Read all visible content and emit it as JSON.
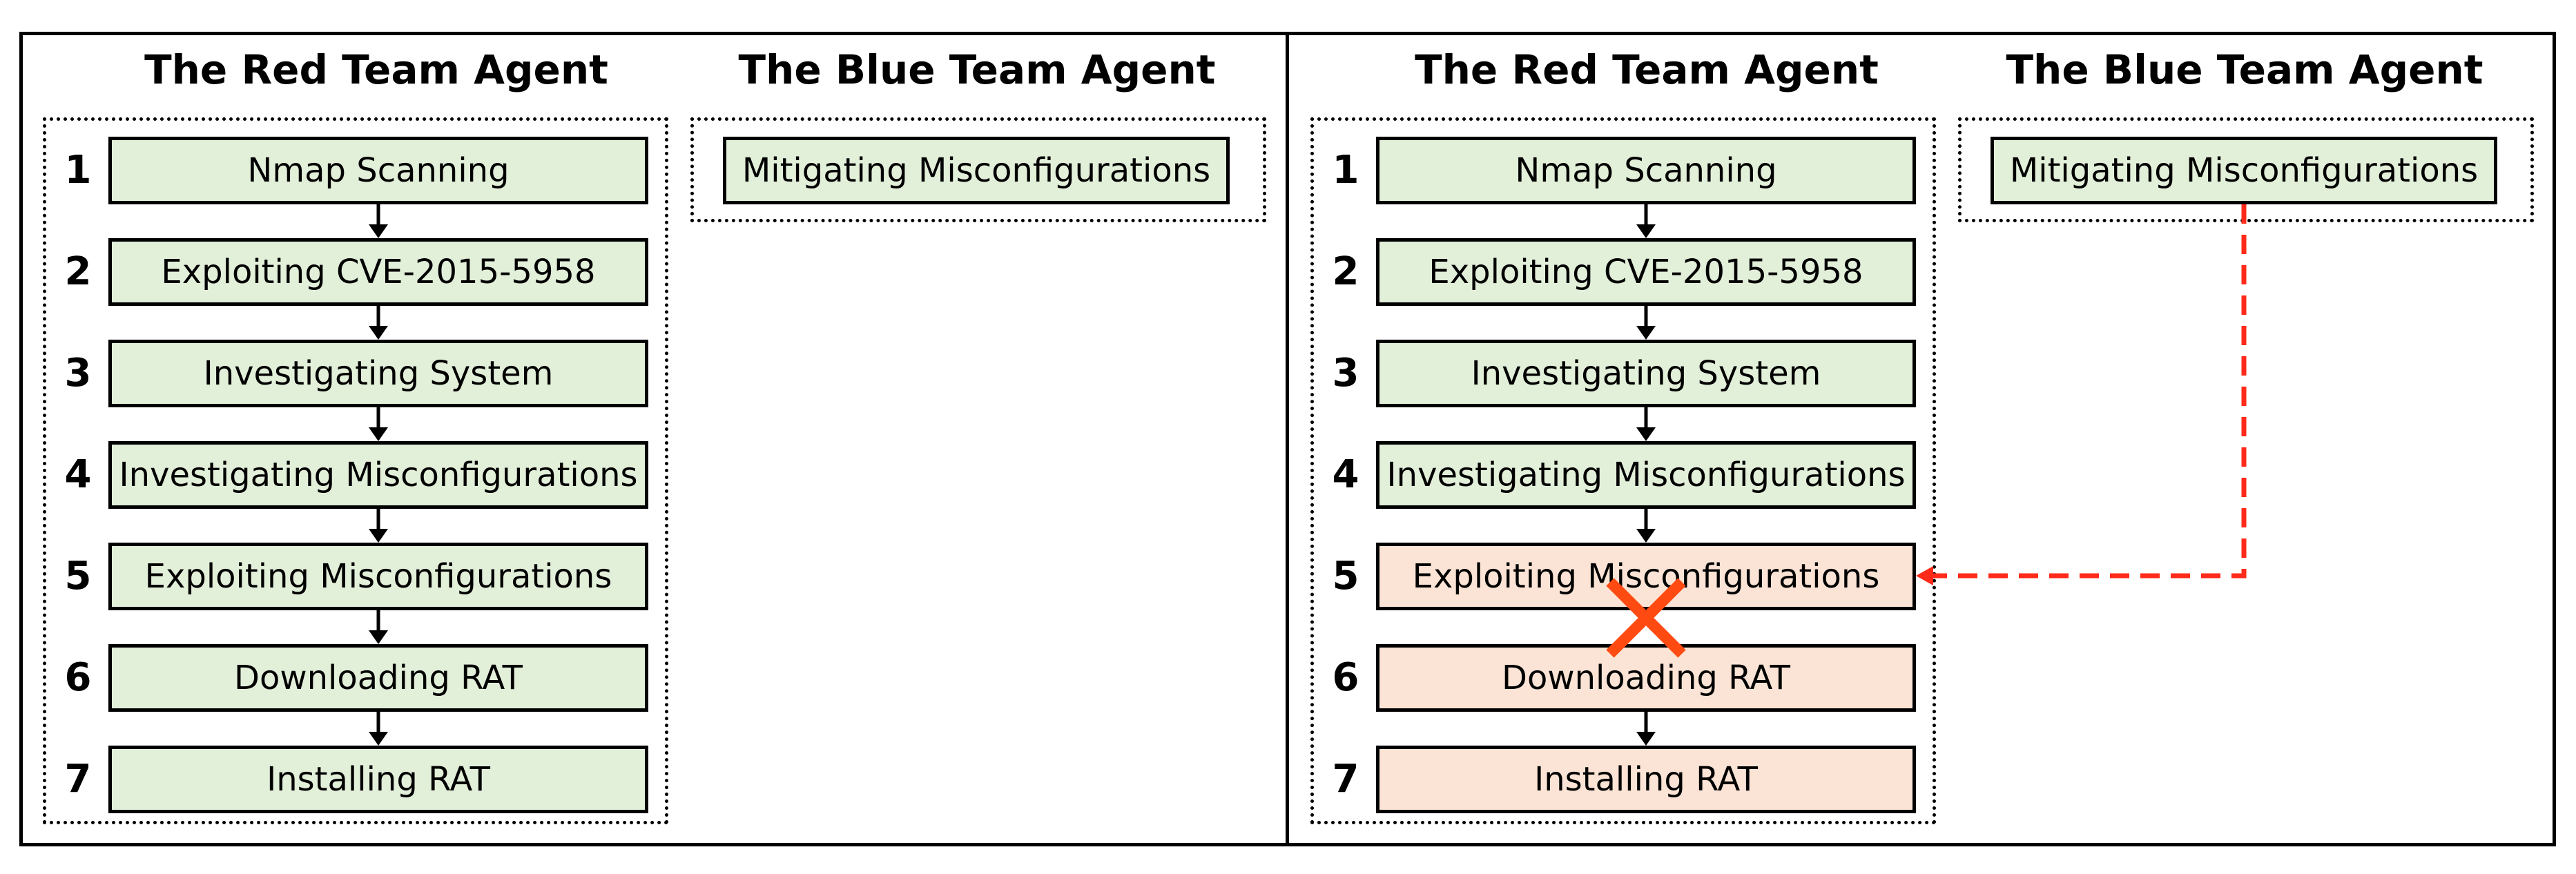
{
  "colors": {
    "step_fill_normal": "#e2efd9",
    "step_fill_affected": "#fbe4d5",
    "blocked_link": "#ff2a1a",
    "cross_mark": "#ff4b12"
  },
  "icons": [
    "cross-icon",
    "arrow-down-icon",
    "dashed-arrow-left-icon"
  ],
  "panels": [
    {
      "red_title": "The Red Team Agent",
      "blue_title": "The Blue Team Agent",
      "red_steps": [
        {
          "num": "1",
          "label": "Nmap Scanning",
          "state": "normal"
        },
        {
          "num": "2",
          "label": "Exploiting CVE-2015-5958",
          "state": "normal"
        },
        {
          "num": "3",
          "label": "Investigating System",
          "state": "normal"
        },
        {
          "num": "4",
          "label": "Investigating Misconfigurations",
          "state": "normal"
        },
        {
          "num": "5",
          "label": "Exploiting Misconfigurations",
          "state": "normal"
        },
        {
          "num": "6",
          "label": "Downloading RAT",
          "state": "normal"
        },
        {
          "num": "7",
          "label": "Installing RAT",
          "state": "normal"
        }
      ],
      "blue_steps": [
        {
          "label": "Mitigating Misconfigurations",
          "state": "normal"
        }
      ]
    },
    {
      "red_title": "The Red Team Agent",
      "blue_title": "The Blue Team Agent",
      "red_steps": [
        {
          "num": "1",
          "label": "Nmap Scanning",
          "state": "normal"
        },
        {
          "num": "2",
          "label": "Exploiting CVE-2015-5958",
          "state": "normal"
        },
        {
          "num": "3",
          "label": "Investigating System",
          "state": "normal"
        },
        {
          "num": "4",
          "label": "Investigating Misconfigurations",
          "state": "normal"
        },
        {
          "num": "5",
          "label": "Exploiting Misconfigurations",
          "state": "affected"
        },
        {
          "num": "6",
          "label": "Downloading RAT",
          "state": "affected"
        },
        {
          "num": "7",
          "label": "Installing RAT",
          "state": "affected"
        }
      ],
      "blue_steps": [
        {
          "label": "Mitigating Misconfigurations",
          "state": "normal"
        }
      ]
    }
  ]
}
